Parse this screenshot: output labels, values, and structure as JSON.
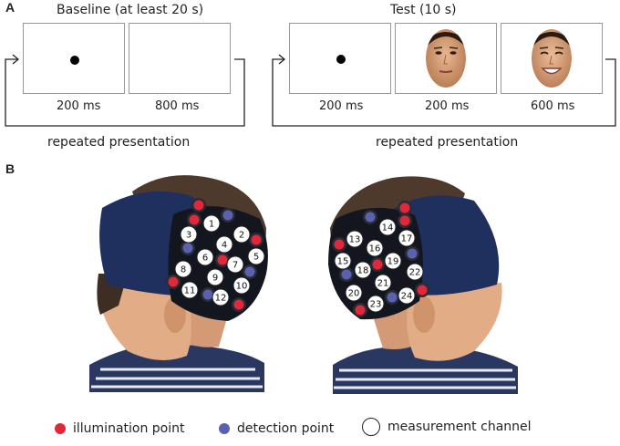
{
  "panel_a": {
    "label": "A",
    "baseline_title": "Baseline (at least 20 s)",
    "test_title": "Test (10 s)",
    "baseline_frames": [
      "200 ms",
      "800 ms"
    ],
    "test_frames": [
      "200 ms",
      "200 ms",
      "600 ms"
    ],
    "repeat_label_left": "repeated presentation",
    "repeat_label_right": "repeated presentation"
  },
  "panel_b": {
    "label": "B",
    "left_channels": [
      "1",
      "2",
      "3",
      "4",
      "5",
      "6",
      "7",
      "8",
      "9",
      "10",
      "11",
      "12"
    ],
    "right_channels": [
      "13",
      "14",
      "15",
      "16",
      "17",
      "18",
      "19",
      "20",
      "21",
      "22",
      "23",
      "24"
    ]
  },
  "legend": {
    "illumination": "illumination point",
    "detection": "detection point",
    "channel": "measurement channel"
  },
  "colors": {
    "illumination": "#e0283a",
    "detection": "#5a62b0",
    "headband": "#1f2f5e"
  }
}
